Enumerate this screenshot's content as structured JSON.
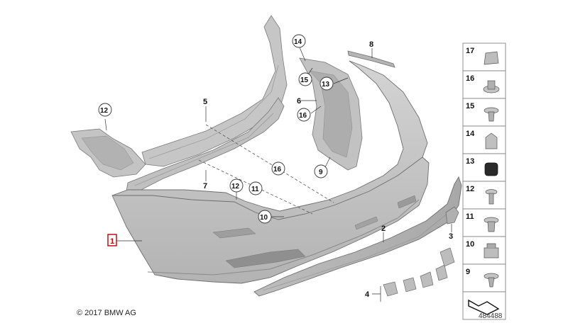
{
  "diagram": {
    "copyright": "© 2017 BMW AG",
    "reference_number": "484488",
    "part_labels": {
      "p1": "1",
      "p2": "2",
      "p3": "3",
      "p4": "4",
      "p5": "5",
      "p6": "6",
      "p7": "7",
      "p8": "8",
      "p9": "9",
      "p10": "10",
      "p11": "11",
      "p12": "12",
      "p13": "13",
      "p14": "14",
      "p15": "15",
      "p16": "16"
    },
    "legend": [
      "17",
      "16",
      "15",
      "14",
      "13",
      "12",
      "11",
      "10",
      "9"
    ],
    "colors": {
      "part_fill": "#c9c9c9",
      "part_dark": "#9a9a9a",
      "outline": "#6e6e6e",
      "highlight": "#c00000"
    }
  }
}
